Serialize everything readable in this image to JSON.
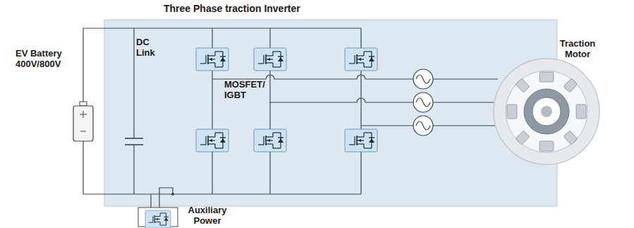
{
  "diagram": {
    "nodes": [
      {
        "text": [
          "Three Phase traction Inverter"
        ]
      }
    ],
    "labels": [
      "EV Battery 400V/800V",
      "DC Link",
      "MOSFET/ IGBT",
      "Traction Motor",
      "Auxiliary Power"
    ]
  }
}
